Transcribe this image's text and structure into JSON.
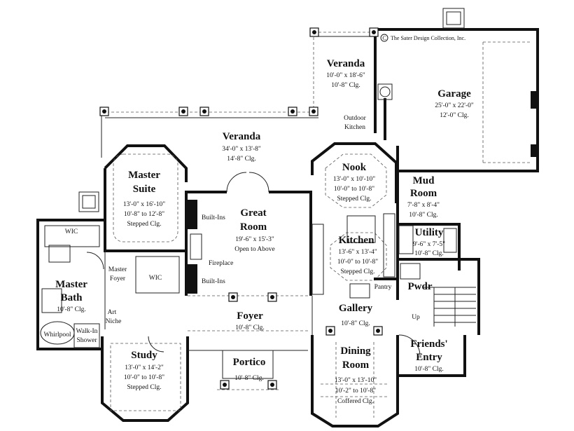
{
  "copyright": "The Sater Design Collection, Inc.",
  "copyright_symbol": "C",
  "rooms": [
    {
      "id": "veranda-rear",
      "name": "Veranda",
      "dims": [
        "10'-0\" x 18'-6\"",
        "10'-8\" Clg."
      ]
    },
    {
      "id": "garage",
      "name": "Garage",
      "dims": [
        "25'-0\" x 22'-0\"",
        "12'-0\" Clg."
      ]
    },
    {
      "id": "outdoor-kitchen",
      "name": "Outdoor",
      "name2": "Kitchen"
    },
    {
      "id": "veranda-main",
      "name": "Veranda",
      "dims": [
        "34'-0\" x 13'-8\"",
        "14'-8\" Clg."
      ]
    },
    {
      "id": "nook",
      "name": "Nook",
      "dims": [
        "13'-0\" x 10'-10\"",
        "10'-0\" to 10'-8\"",
        "Stepped Clg."
      ]
    },
    {
      "id": "mud-room",
      "name": "Mud",
      "name2": "Room",
      "dims": [
        "7'-8\" x 8'-4\"",
        "10'-8\" Clg."
      ]
    },
    {
      "id": "master-suite",
      "name": "Master",
      "name2": "Suite",
      "dims": [
        "13'-0\" x 16'-10\"",
        "10'-8\" to 12'-8\"",
        "Stepped Clg."
      ]
    },
    {
      "id": "great-room",
      "name": "Great",
      "name2": "Room",
      "dims": [
        "19'-6\" x 15'-3\"",
        "Open to Above"
      ]
    },
    {
      "id": "utility",
      "name": "Utility",
      "dims": [
        "9'-6\" x 7'-5\"",
        "10'-8\" Clg."
      ]
    },
    {
      "id": "kitchen",
      "name": "Kitchen",
      "dims": [
        "13'-6\" x 13'-4\"",
        "10'-0\" to 10'-8\"",
        "Stepped Clg."
      ]
    },
    {
      "id": "pwdr",
      "name": "Pwdr"
    },
    {
      "id": "master-bath",
      "name": "Master",
      "name2": "Bath",
      "dims": [
        "10'-8\" Clg."
      ]
    },
    {
      "id": "foyer",
      "name": "Foyer",
      "dims": [
        "10'-8\" Clg."
      ]
    },
    {
      "id": "gallery",
      "name": "Gallery",
      "dims": [
        "10'-8\" Clg."
      ]
    },
    {
      "id": "study",
      "name": "Study",
      "dims": [
        "13'-0\" x 14'-2\"",
        "10'-0\" to 10'-8\"",
        "Stepped Clg."
      ]
    },
    {
      "id": "portico",
      "name": "Portico",
      "dims": [
        "10'-8\" Clg."
      ]
    },
    {
      "id": "dining-room",
      "name": "Dining",
      "name2": "Room",
      "dims": [
        "13'-0\" x 13'-10\"",
        "10'-2\" to 10'-8\"",
        "Coffered Clg."
      ]
    },
    {
      "id": "friends-entry",
      "name": "Friends'",
      "name2": "Entry",
      "dims": [
        "10'-8\" Clg."
      ]
    }
  ],
  "labels": {
    "wic_upper": "WIC",
    "wic_lower": "WIC",
    "master_foyer_1": "Master",
    "master_foyer_2": "Foyer",
    "builtins_upper": "Built-Ins",
    "builtins_lower": "Built-Ins",
    "fireplace": "Fireplace",
    "art_niche_1": "Art",
    "art_niche_2": "Niche",
    "whirlpool": "Whirlpool",
    "walkin_1": "Walk-In",
    "walkin_2": "Shower",
    "pantry": "Pantry",
    "up": "Up"
  }
}
